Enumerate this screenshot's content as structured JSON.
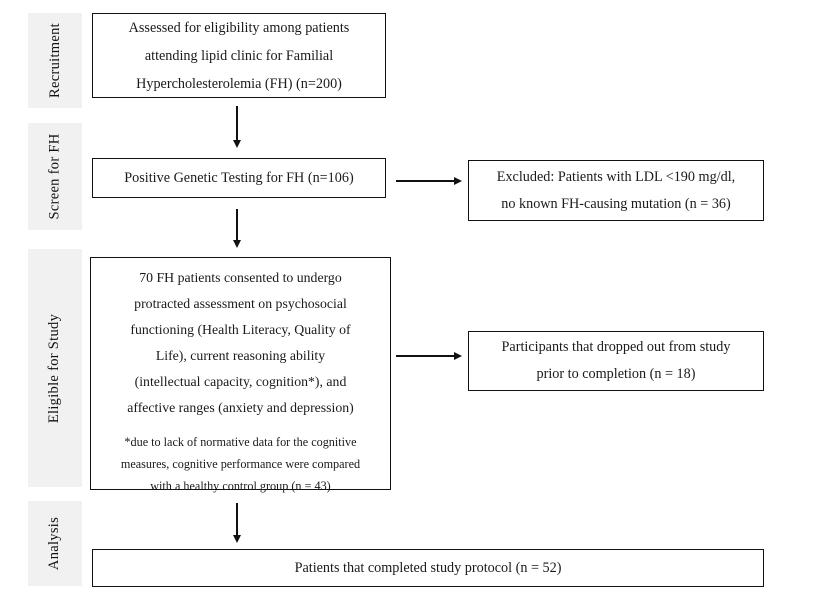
{
  "colors": {
    "background": "#ffffff",
    "band_bg": "#f1f1f1",
    "box_border": "#111111",
    "text": "#1a1a1a"
  },
  "sidebar": {
    "stages": [
      {
        "label": "Recruitment"
      },
      {
        "label": "Screen for FH"
      },
      {
        "label": "Eligible for Study"
      },
      {
        "label": "Analysis"
      }
    ]
  },
  "flow": {
    "box_assessed": {
      "lines": [
        "Assessed for eligibility among patients",
        "attending lipid clinic for Familial",
        "Hypercholesterolemia (FH) (n=200)"
      ]
    },
    "box_genetic": {
      "text": "Positive Genetic Testing for FH (n=106)"
    },
    "box_excluded": {
      "lines": [
        "Excluded: Patients with LDL <190 mg/dl,",
        "no known FH-causing mutation (n = 36)"
      ]
    },
    "box_consented": {
      "lines": [
        "70 FH patients consented to undergo",
        "protracted assessment on psychosocial",
        "functioning (Health Literacy, Quality of",
        "Life), current reasoning ability",
        "(intellectual capacity, cognition*), and",
        "affective ranges (anxiety and depression)"
      ],
      "footnote_lines": [
        "*due to lack of normative data for the cognitive",
        "measures, cognitive performance were compared",
        "with a healthy control group (n = 43)"
      ]
    },
    "box_dropped": {
      "lines": [
        "Participants that dropped out from study",
        "prior to completion (n = 18)"
      ]
    },
    "box_completed": {
      "text": "Patients that completed study protocol (n = 52)"
    }
  }
}
